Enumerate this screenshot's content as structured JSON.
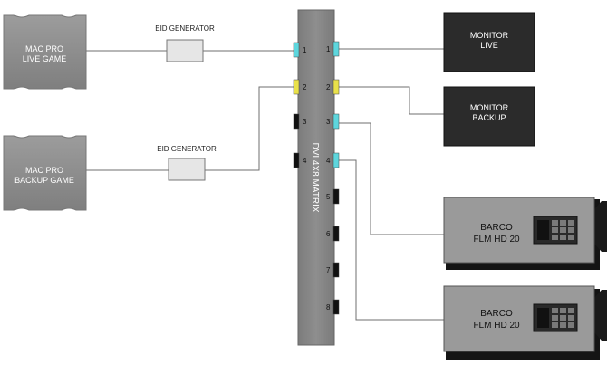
{
  "sources": {
    "live": {
      "line1": "MAC PRO",
      "line2": "LIVE GAME"
    },
    "backup": {
      "line1": "MAC PRO",
      "line2": "BACKUP GAME"
    }
  },
  "eid_generators": {
    "top": "EID GENERATOR",
    "bottom": "EID GENERATOR"
  },
  "matrix": {
    "label": "DVI 4X8 MATRIX",
    "inputs": [
      "1",
      "2",
      "3",
      "4"
    ],
    "outputs": [
      "1",
      "2",
      "3",
      "4",
      "5",
      "6",
      "7",
      "8"
    ]
  },
  "monitors": {
    "live": {
      "line1": "MONITOR",
      "line2": "LIVE"
    },
    "backup": {
      "line1": "MONITOR",
      "line2": "BACKUP"
    }
  },
  "projectors": {
    "p1": {
      "line1": "BARCO",
      "line2": "FLM HD 20"
    },
    "p2": {
      "line1": "BARCO",
      "line2": "FLM HD 20"
    }
  },
  "colors": {
    "cyan": "#5dd6dd",
    "yellow": "#e9e14a",
    "port_black": "#111111",
    "device_gray": "#8f8f8f",
    "monitor_dark": "#2b2b2b",
    "projector_gray": "#9a9a9a"
  }
}
